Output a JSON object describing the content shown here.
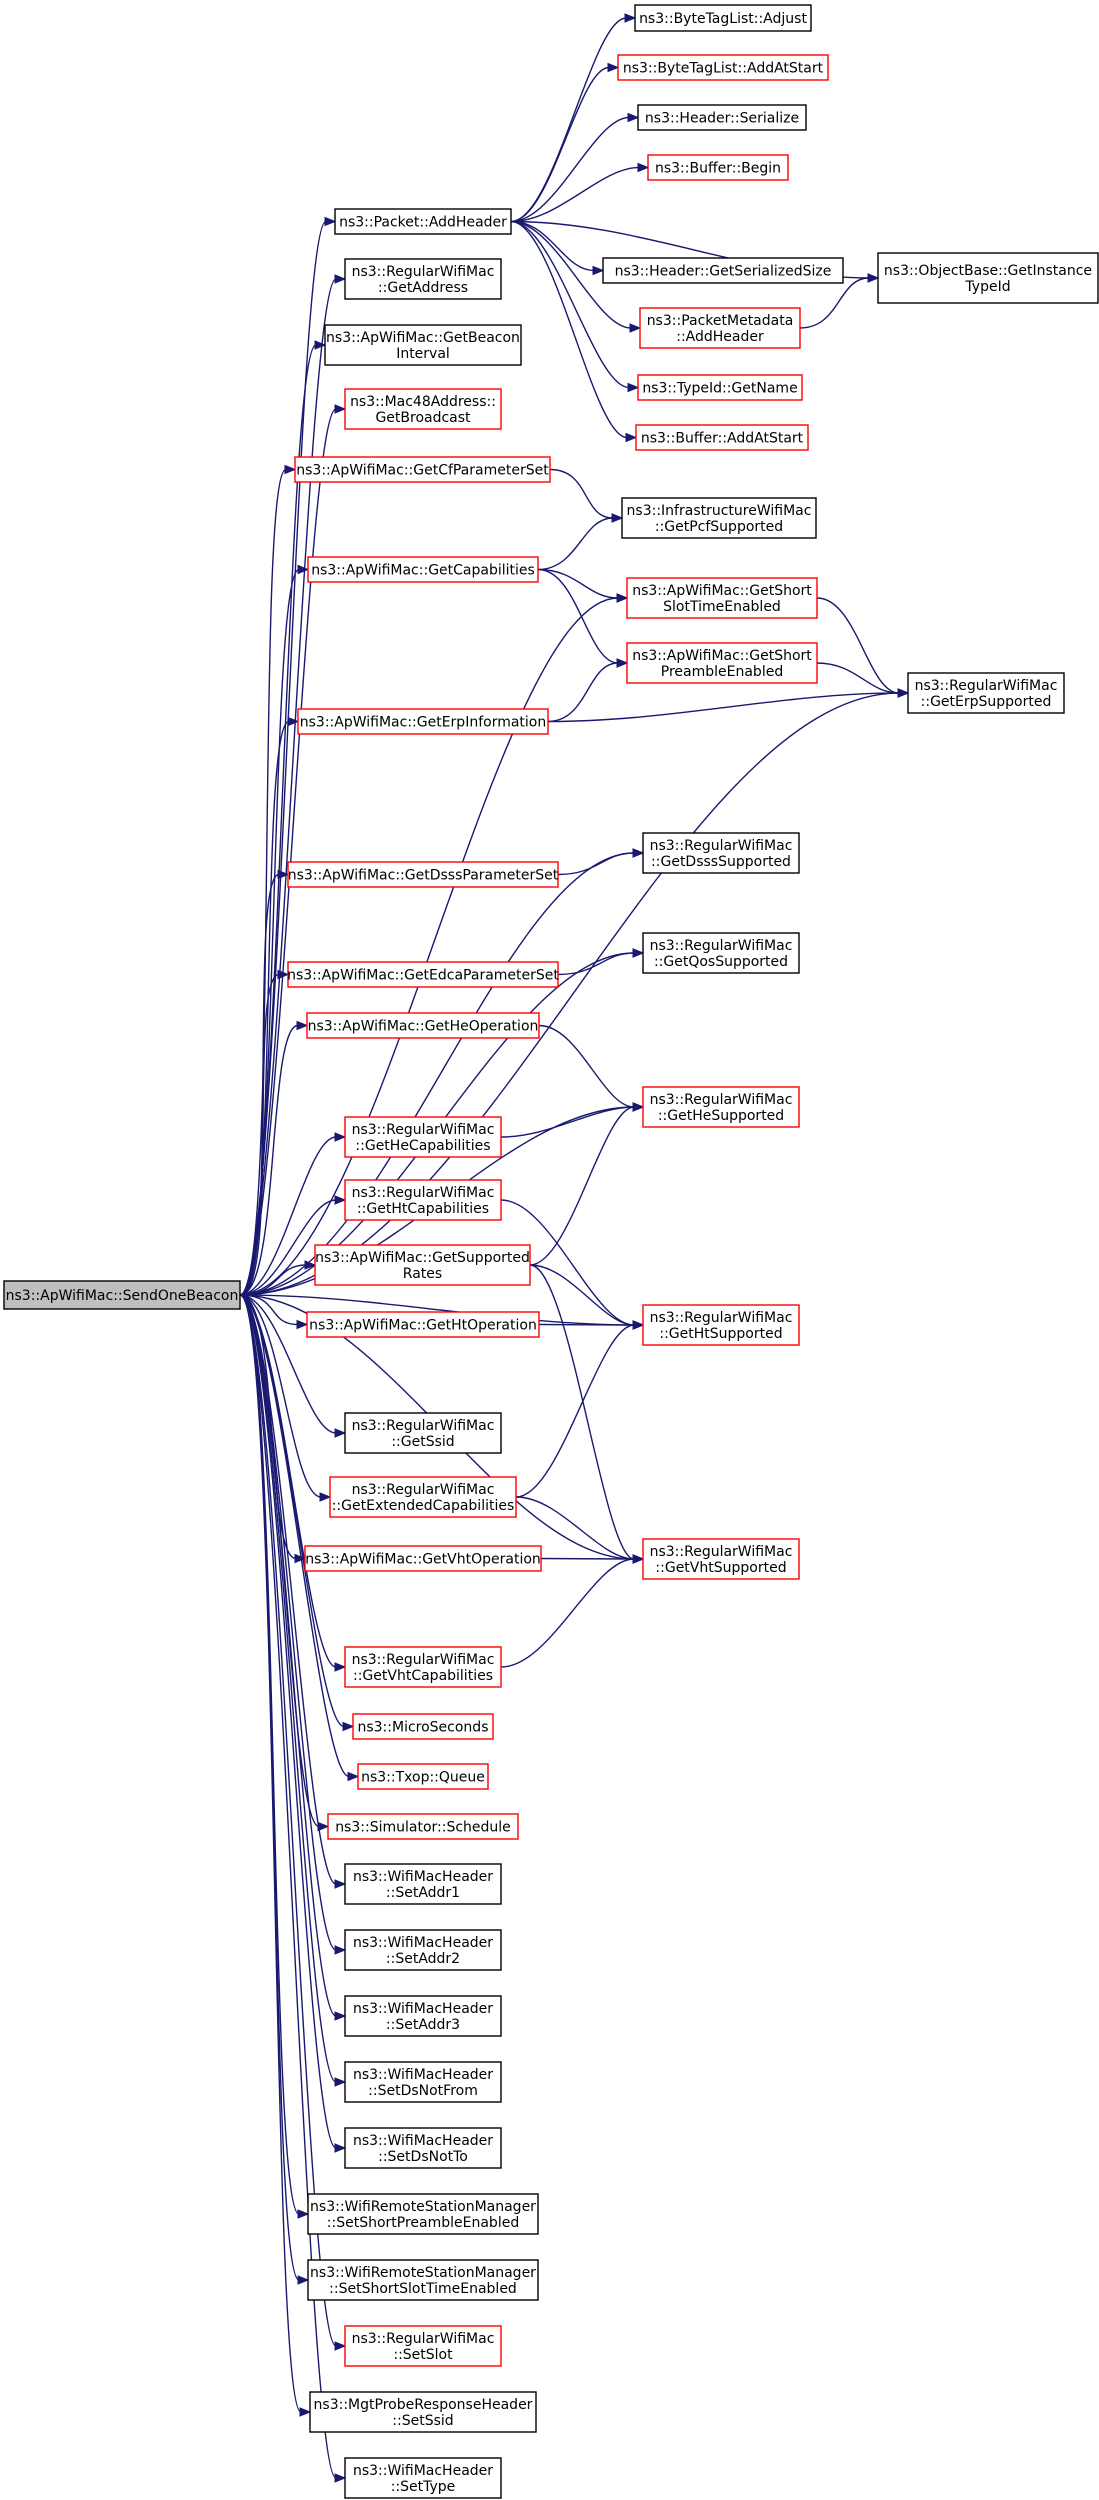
{
  "colors": {
    "edge": "#191970",
    "border_normal": "#000000",
    "border_incomplete": "#ff0000",
    "root_fill": "#bfbfbf",
    "node_fill": "#ffffff"
  },
  "nodes": [
    {
      "id": "root",
      "lines": [
        "ns3::ApWifiMac::SendOneBeacon"
      ],
      "style": "root"
    },
    {
      "id": "addHeader",
      "lines": [
        "ns3::Packet::AddHeader"
      ],
      "style": "normal"
    },
    {
      "id": "getAddress",
      "lines": [
        "ns3::RegularWifiMac",
        "::GetAddress"
      ],
      "style": "normal"
    },
    {
      "id": "getBeaconInterval",
      "lines": [
        "ns3::ApWifiMac::GetBeacon",
        "Interval"
      ],
      "style": "normal"
    },
    {
      "id": "getBroadcast",
      "lines": [
        "ns3::Mac48Address::",
        "GetBroadcast"
      ],
      "style": "incomplete"
    },
    {
      "id": "getCfParameterSet",
      "lines": [
        "ns3::ApWifiMac::GetCfParameterSet"
      ],
      "style": "incomplete"
    },
    {
      "id": "getCapabilities",
      "lines": [
        "ns3::ApWifiMac::GetCapabilities"
      ],
      "style": "incomplete"
    },
    {
      "id": "getErpInformation",
      "lines": [
        "ns3::ApWifiMac::GetErpInformation"
      ],
      "style": "incomplete"
    },
    {
      "id": "getDsssParameterSet",
      "lines": [
        "ns3::ApWifiMac::GetDsssParameterSet"
      ],
      "style": "incomplete"
    },
    {
      "id": "getEdcaParameterSet",
      "lines": [
        "ns3::ApWifiMac::GetEdcaParameterSet"
      ],
      "style": "incomplete"
    },
    {
      "id": "getHeOperation",
      "lines": [
        "ns3::ApWifiMac::GetHeOperation"
      ],
      "style": "incomplete"
    },
    {
      "id": "getHeCapabilities",
      "lines": [
        "ns3::RegularWifiMac",
        "::GetHeCapabilities"
      ],
      "style": "incomplete"
    },
    {
      "id": "getHtCapabilities",
      "lines": [
        "ns3::RegularWifiMac",
        "::GetHtCapabilities"
      ],
      "style": "incomplete"
    },
    {
      "id": "getSupportedRates",
      "lines": [
        "ns3::ApWifiMac::GetSupported",
        "Rates"
      ],
      "style": "incomplete"
    },
    {
      "id": "getHtOperation",
      "lines": [
        "ns3::ApWifiMac::GetHtOperation"
      ],
      "style": "incomplete"
    },
    {
      "id": "getSsid",
      "lines": [
        "ns3::RegularWifiMac",
        "::GetSsid"
      ],
      "style": "normal"
    },
    {
      "id": "getExtendedCapabilities",
      "lines": [
        "ns3::RegularWifiMac",
        "::GetExtendedCapabilities"
      ],
      "style": "incomplete"
    },
    {
      "id": "getVhtOperation",
      "lines": [
        "ns3::ApWifiMac::GetVhtOperation"
      ],
      "style": "incomplete"
    },
    {
      "id": "getVhtCapabilities",
      "lines": [
        "ns3::RegularWifiMac",
        "::GetVhtCapabilities"
      ],
      "style": "incomplete"
    },
    {
      "id": "microSeconds",
      "lines": [
        "ns3::MicroSeconds"
      ],
      "style": "incomplete"
    },
    {
      "id": "txopQueue",
      "lines": [
        "ns3::Txop::Queue"
      ],
      "style": "incomplete"
    },
    {
      "id": "schedule",
      "lines": [
        "ns3::Simulator::Schedule"
      ],
      "style": "incomplete"
    },
    {
      "id": "setAddr1",
      "lines": [
        "ns3::WifiMacHeader",
        "::SetAddr1"
      ],
      "style": "normal"
    },
    {
      "id": "setAddr2",
      "lines": [
        "ns3::WifiMacHeader",
        "::SetAddr2"
      ],
      "style": "normal"
    },
    {
      "id": "setAddr3",
      "lines": [
        "ns3::WifiMacHeader",
        "::SetAddr3"
      ],
      "style": "normal"
    },
    {
      "id": "setDsNotFrom",
      "lines": [
        "ns3::WifiMacHeader",
        "::SetDsNotFrom"
      ],
      "style": "normal"
    },
    {
      "id": "setDsNotTo",
      "lines": [
        "ns3::WifiMacHeader",
        "::SetDsNotTo"
      ],
      "style": "normal"
    },
    {
      "id": "setShortPreamble",
      "lines": [
        "ns3::WifiRemoteStationManager",
        "::SetShortPreambleEnabled"
      ],
      "style": "normal"
    },
    {
      "id": "setShortSlot",
      "lines": [
        "ns3::WifiRemoteStationManager",
        "::SetShortSlotTimeEnabled"
      ],
      "style": "normal"
    },
    {
      "id": "setSlot",
      "lines": [
        "ns3::RegularWifiMac",
        "::SetSlot"
      ],
      "style": "incomplete"
    },
    {
      "id": "setSsid",
      "lines": [
        "ns3::MgtProbeResponseHeader",
        "::SetSsid"
      ],
      "style": "normal"
    },
    {
      "id": "setType",
      "lines": [
        "ns3::WifiMacHeader",
        "::SetType"
      ],
      "style": "normal"
    },
    {
      "id": "adjust",
      "lines": [
        "ns3::ByteTagList::Adjust"
      ],
      "style": "normal"
    },
    {
      "id": "btlAddAtStart",
      "lines": [
        "ns3::ByteTagList::AddAtStart"
      ],
      "style": "incomplete"
    },
    {
      "id": "headerSerialize",
      "lines": [
        "ns3::Header::Serialize"
      ],
      "style": "normal"
    },
    {
      "id": "bufferBegin",
      "lines": [
        "ns3::Buffer::Begin"
      ],
      "style": "incomplete"
    },
    {
      "id": "getSerializedSize",
      "lines": [
        "ns3::Header::GetSerializedSize"
      ],
      "style": "normal"
    },
    {
      "id": "pmAddHeader",
      "lines": [
        "ns3::PacketMetadata",
        "::AddHeader"
      ],
      "style": "incomplete"
    },
    {
      "id": "typeIdGetName",
      "lines": [
        "ns3::TypeId::GetName"
      ],
      "style": "incomplete"
    },
    {
      "id": "bufferAddAtStart",
      "lines": [
        "ns3::Buffer::AddAtStart"
      ],
      "style": "incomplete"
    },
    {
      "id": "getInstanceTypeId",
      "lines": [
        "ns3::ObjectBase::GetInstance",
        "TypeId"
      ],
      "style": "normal"
    },
    {
      "id": "getPcfSupported",
      "lines": [
        "ns3::InfrastructureWifiMac",
        "::GetPcfSupported"
      ],
      "style": "normal"
    },
    {
      "id": "getShortSlot",
      "lines": [
        "ns3::ApWifiMac::GetShort",
        "SlotTimeEnabled"
      ],
      "style": "incomplete"
    },
    {
      "id": "getShortPreamble",
      "lines": [
        "ns3::ApWifiMac::GetShort",
        "PreambleEnabled"
      ],
      "style": "incomplete"
    },
    {
      "id": "getErpSupported",
      "lines": [
        "ns3::RegularWifiMac",
        "::GetErpSupported"
      ],
      "style": "normal"
    },
    {
      "id": "getDsssSupported",
      "lines": [
        "ns3::RegularWifiMac",
        "::GetDsssSupported"
      ],
      "style": "normal"
    },
    {
      "id": "getQosSupported",
      "lines": [
        "ns3::RegularWifiMac",
        "::GetQosSupported"
      ],
      "style": "normal"
    },
    {
      "id": "getHeSupported",
      "lines": [
        "ns3::RegularWifiMac",
        "::GetHeSupported"
      ],
      "style": "incomplete"
    },
    {
      "id": "getHtSupported",
      "lines": [
        "ns3::RegularWifiMac",
        "::GetHtSupported"
      ],
      "style": "incomplete"
    },
    {
      "id": "getVhtSupported",
      "lines": [
        "ns3::RegularWifiMac",
        "::GetVhtSupported"
      ],
      "style": "incomplete"
    }
  ],
  "edges": [
    [
      "root",
      "addHeader"
    ],
    [
      "root",
      "getAddress"
    ],
    [
      "root",
      "getBeaconInterval"
    ],
    [
      "root",
      "getBroadcast"
    ],
    [
      "root",
      "getCfParameterSet"
    ],
    [
      "root",
      "getCapabilities"
    ],
    [
      "root",
      "getShortSlot"
    ],
    [
      "root",
      "getErpInformation"
    ],
    [
      "root",
      "getErpSupported"
    ],
    [
      "root",
      "getDsssParameterSet"
    ],
    [
      "root",
      "getDsssSupported"
    ],
    [
      "root",
      "getEdcaParameterSet"
    ],
    [
      "root",
      "getQosSupported"
    ],
    [
      "root",
      "getHeOperation"
    ],
    [
      "root",
      "getHeSupported"
    ],
    [
      "root",
      "getHeCapabilities"
    ],
    [
      "root",
      "getHtCapabilities"
    ],
    [
      "root",
      "getSupportedRates"
    ],
    [
      "root",
      "getHtOperation"
    ],
    [
      "root",
      "getHtSupported"
    ],
    [
      "root",
      "getSsid"
    ],
    [
      "root",
      "getExtendedCapabilities"
    ],
    [
      "root",
      "getVhtOperation"
    ],
    [
      "root",
      "getVhtSupported"
    ],
    [
      "root",
      "getVhtCapabilities"
    ],
    [
      "root",
      "microSeconds"
    ],
    [
      "root",
      "txopQueue"
    ],
    [
      "root",
      "schedule"
    ],
    [
      "root",
      "setAddr1"
    ],
    [
      "root",
      "setAddr2"
    ],
    [
      "root",
      "setAddr3"
    ],
    [
      "root",
      "setDsNotFrom"
    ],
    [
      "root",
      "setDsNotTo"
    ],
    [
      "root",
      "setShortPreamble"
    ],
    [
      "root",
      "setShortSlot"
    ],
    [
      "root",
      "setSlot"
    ],
    [
      "root",
      "setSsid"
    ],
    [
      "root",
      "setType"
    ],
    [
      "addHeader",
      "adjust"
    ],
    [
      "addHeader",
      "btlAddAtStart"
    ],
    [
      "addHeader",
      "headerSerialize"
    ],
    [
      "addHeader",
      "bufferBegin"
    ],
    [
      "addHeader",
      "getSerializedSize"
    ],
    [
      "addHeader",
      "getInstanceTypeId"
    ],
    [
      "addHeader",
      "pmAddHeader"
    ],
    [
      "addHeader",
      "typeIdGetName"
    ],
    [
      "addHeader",
      "bufferAddAtStart"
    ],
    [
      "pmAddHeader",
      "getInstanceTypeId"
    ],
    [
      "getCfParameterSet",
      "getPcfSupported"
    ],
    [
      "getCapabilities",
      "getPcfSupported"
    ],
    [
      "getCapabilities",
      "getShortSlot"
    ],
    [
      "getCapabilities",
      "getShortPreamble"
    ],
    [
      "getShortSlot",
      "getErpSupported"
    ],
    [
      "getShortPreamble",
      "getErpSupported"
    ],
    [
      "getErpInformation",
      "getShortPreamble"
    ],
    [
      "getErpInformation",
      "getErpSupported"
    ],
    [
      "getDsssParameterSet",
      "getDsssSupported"
    ],
    [
      "getEdcaParameterSet",
      "getQosSupported"
    ],
    [
      "getHeOperation",
      "getHeSupported"
    ],
    [
      "getHeCapabilities",
      "getHeSupported"
    ],
    [
      "getHtCapabilities",
      "getHtSupported"
    ],
    [
      "getSupportedRates",
      "getHeSupported"
    ],
    [
      "getSupportedRates",
      "getHtSupported"
    ],
    [
      "getSupportedRates",
      "getVhtSupported"
    ],
    [
      "getHtOperation",
      "getHtSupported"
    ],
    [
      "getExtendedCapabilities",
      "getHtSupported"
    ],
    [
      "getExtendedCapabilities",
      "getVhtSupported"
    ],
    [
      "getVhtOperation",
      "getVhtSupported"
    ],
    [
      "getVhtCapabilities",
      "getVhtSupported"
    ]
  ]
}
